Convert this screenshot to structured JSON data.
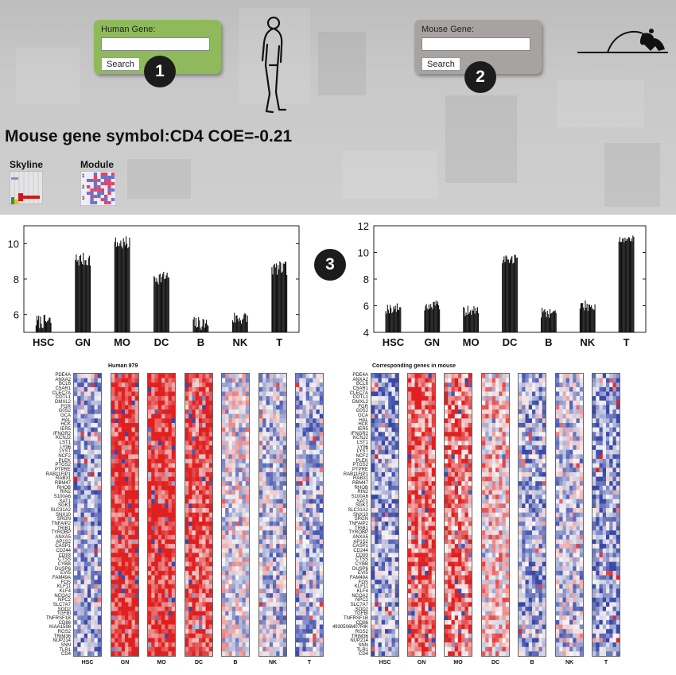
{
  "human_search": {
    "label": "Human Gene:",
    "value": "",
    "placeholder": "",
    "button": "Search",
    "badge": "1",
    "color": "#8fba5c"
  },
  "mouse_search": {
    "label": "Mouse Gene:",
    "value": "",
    "placeholder": "",
    "button": "Search",
    "badge": "2",
    "color": "#a7a3a1"
  },
  "result": {
    "title": "Mouse gene symbol:CD4 COE=-0.21"
  },
  "views": [
    {
      "label": "Skyline",
      "icon": "skyline-thumbnail-icon"
    },
    {
      "label": "Module",
      "icon": "module-thumbnail-icon"
    }
  ],
  "chart_badge": "3",
  "chart_data": [
    {
      "type": "bar",
      "categories": [
        "HSC",
        "GN",
        "MO",
        "DC",
        "B",
        "NK",
        "T"
      ],
      "ylim": [
        5,
        11
      ],
      "yticks": [
        6,
        8,
        10
      ],
      "series": [
        {
          "values": [
            5.6,
            9.1,
            10.0,
            8.1,
            5.5,
            5.8,
            8.6
          ]
        }
      ]
    },
    {
      "type": "bar",
      "categories": [
        "HSC",
        "GN",
        "MO",
        "DC",
        "B",
        "NK",
        "T"
      ],
      "ylim": [
        4,
        12
      ],
      "yticks": [
        4,
        6,
        8,
        10,
        12
      ],
      "series": [
        {
          "values": [
            5.8,
            6.0,
            5.6,
            9.5,
            5.5,
            6.0,
            11.0
          ]
        }
      ]
    }
  ],
  "heatmap_left": {
    "title": "Human 979"
  },
  "heatmap_right": {
    "title": "Corresponding genes in mouse"
  },
  "heatmap_categories": [
    "HSC",
    "GN",
    "MO",
    "DC",
    "B",
    "NK",
    "T"
  ],
  "genes_left": [
    "PDE4A",
    "ANXA2",
    "BCL6",
    "C5AR1",
    "CLEC7A",
    "COTL1",
    "DMXL2",
    "FGR",
    "G0S2",
    "GCA",
    "HAL",
    "HCK",
    "IER5",
    "IFNGR2",
    "KCNJ2",
    "LST1",
    "LY96",
    "LYST",
    "NCF2",
    "PLEK",
    "PTGS2",
    "PTPRE",
    "RAB11FIP1",
    "RAB31",
    "RBM47",
    "RHOB",
    "RIN2",
    "S100A6",
    "SAT1",
    "SGK1",
    "SLC31A2",
    "SNX10",
    "SRGN",
    "TNFAIP2",
    "TRIB1",
    "TYROBP",
    "ANXA5",
    "AP1S2",
    "CASP1",
    "CD244",
    "CD93",
    "CTSS",
    "CYBB",
    "DUSP6",
    "EVI5",
    "FAM49A",
    "FOS",
    "KLF11",
    "KLF4",
    "NCOA2",
    "NPC2",
    "SLC7A7",
    "SOD2",
    "TGFBI",
    "TNFRSF1B",
    "CD86",
    "KIAA1598",
    "RGS2",
    "TRIM36",
    "NUP214",
    "SNN",
    "TLR1",
    "CD4"
  ],
  "genes_right": [
    "PDE4A",
    "ANXA2",
    "BCL6",
    "C5AR1",
    "CLEC7A",
    "COTL1",
    "DMXL2",
    "FGR",
    "G0S2",
    "GCA",
    "HAL",
    "HCK",
    "IER5",
    "IFNGR2",
    "KCNJ2",
    "LST1",
    "LY96",
    "LYST",
    "NCF2",
    "PLEK",
    "PTGS2",
    "PTPRE",
    "RAB11FIP1",
    "RAB31",
    "RBM47",
    "RHOB",
    "RIN2",
    "S100A6",
    "SAT1",
    "SGK1",
    "SLC31A2",
    "SNX10",
    "SRGN",
    "TNFAIP2",
    "TRIB1",
    "TYROBP",
    "ANXA5",
    "AP1S2",
    "CASP1",
    "CD244",
    "CD93",
    "CTSS",
    "CYBB",
    "DUSP6",
    "EVI5",
    "FAM49A",
    "FOS",
    "KLF11",
    "KLF4",
    "NCOA2",
    "NPC2",
    "SLC7A7",
    "SOD2",
    "TGFBI",
    "TNFRSF1B",
    "CD86",
    "4930506M07RIK",
    "RGS2",
    "TRIM36",
    "NUP214",
    "SNN",
    "TLR1",
    "CD4"
  ],
  "colors": {
    "high": "#e02020",
    "low": "#3848a8",
    "mid": "#f4f4f4",
    "bar": "#111111"
  }
}
